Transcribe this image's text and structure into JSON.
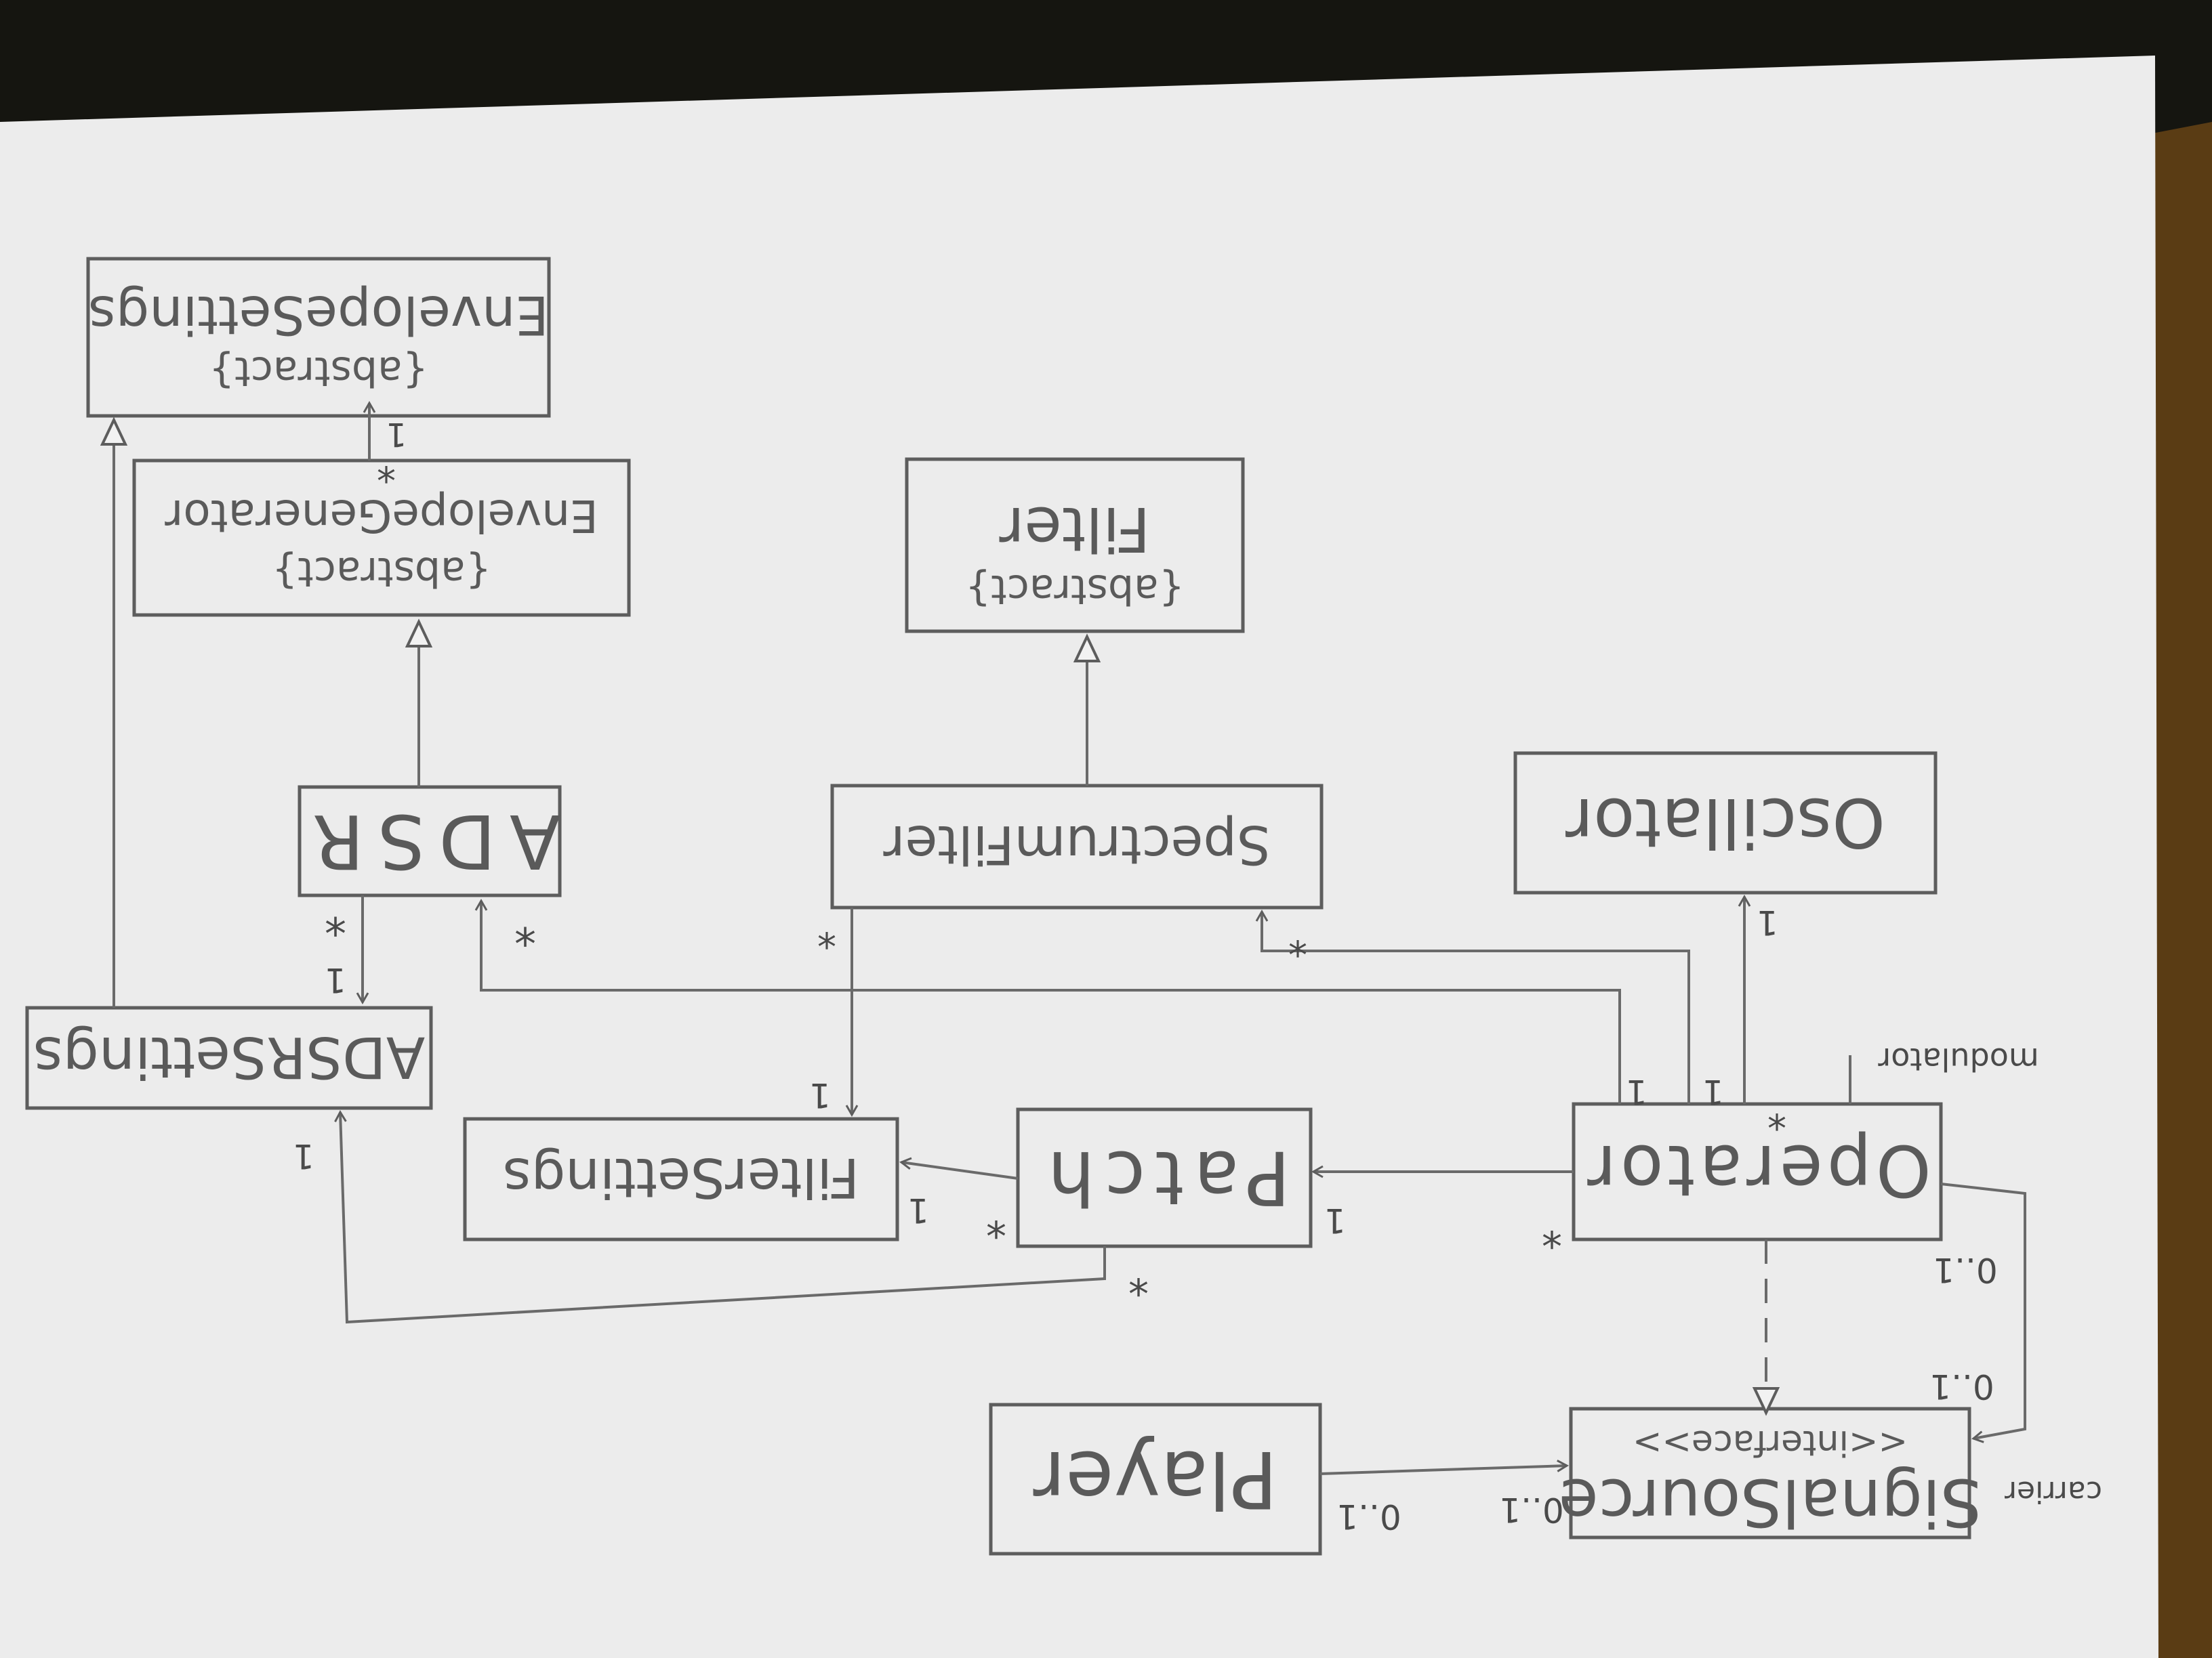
{
  "diagram": {
    "classes": {
      "envelope_settings": {
        "stereotype": "{abstract}",
        "name": "EnvelopeSettings"
      },
      "envelope_generator": {
        "stereotype": "{abstract}",
        "name": "EnvelopeGenerator"
      },
      "filter": {
        "stereotype": "{abstract}",
        "name": "Filter"
      },
      "oscillator": {
        "name": "Oscillator"
      },
      "adsr": {
        "name": "ADSR"
      },
      "spectrum_filter": {
        "name": "SpectrumFilter"
      },
      "adsr_settings": {
        "name": "ADSRSettings"
      },
      "filter_settings": {
        "name": "FilterSettings"
      },
      "patch": {
        "name": "Patch"
      },
      "operator": {
        "name": "Operator"
      },
      "player": {
        "name": "Player"
      },
      "signal_source": {
        "stereotype": "<<interface>>",
        "name": "SignalSource"
      }
    },
    "labels": {
      "gen_to_envsettings_1": "1",
      "gen_to_envsettings_star": "*",
      "adsr_star_left": "*",
      "adsr_star_right": "*",
      "adsrsettings_1_top": "1",
      "adsrsettings_1_bottom": "1",
      "spectrum_star_left": "*",
      "spectrum_star_right": "*",
      "filtersettings_1_top": "1",
      "filtersettings_1_right": "1",
      "patch_star_left": "*",
      "patch_star_bottom": "*",
      "patch_1_right": "1",
      "operator_star_left": "*",
      "operator_1_a": "1",
      "operator_1_b": "1",
      "operator_star_top": "*",
      "oscillator_1": "1",
      "modulator": "modulator",
      "carrier": "carrier",
      "op_01_a": "0..1",
      "op_01_b": "0..1",
      "player_01": "0..1",
      "source_01": "0..1"
    }
  }
}
